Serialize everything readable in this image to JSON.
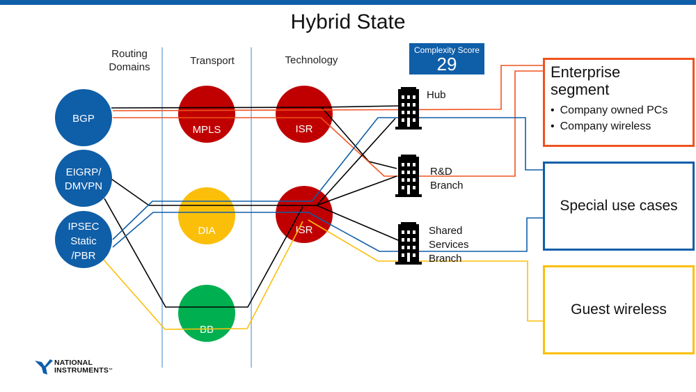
{
  "title": "Hybrid State",
  "column_headers": {
    "routing": [
      "Routing",
      "Domains"
    ],
    "transport": "Transport",
    "technology": "Technology"
  },
  "complexity_score": {
    "label": "Complexity Score",
    "value": "29"
  },
  "colors": {
    "brand_blue": "#0f5ea8",
    "enterprise_red": "#f0521e",
    "guest_yellow": "#fbbf0a",
    "isr_red": "#c00000",
    "bb_green": "#00b050",
    "divider_blue": "#9dc3e6"
  },
  "routing_domains": [
    {
      "id": "bgp",
      "lines": [
        "BGP"
      ]
    },
    {
      "id": "eigrp",
      "lines": [
        "EIGRP/",
        "DMVPN"
      ]
    },
    {
      "id": "ipsec",
      "lines": [
        "IPSEC",
        "Static",
        "/PBR"
      ]
    }
  ],
  "transports": [
    {
      "id": "mpls",
      "label": "MPLS",
      "color": "#c00000"
    },
    {
      "id": "dia",
      "label": "DIA",
      "color": "#fbbf0a"
    },
    {
      "id": "bb",
      "label": "BB",
      "color": "#00b050"
    }
  ],
  "technologies": [
    {
      "id": "isr1",
      "label": "ISR",
      "color": "#c00000"
    },
    {
      "id": "isr2",
      "label": "ISR",
      "color": "#c00000"
    }
  ],
  "sites": [
    {
      "id": "hub",
      "icon": "building-icon",
      "lines": [
        "Hub"
      ]
    },
    {
      "id": "rd",
      "icon": "building-icon",
      "lines": [
        "R&D",
        "Branch"
      ]
    },
    {
      "id": "shared",
      "icon": "building-icon",
      "lines": [
        "Shared",
        "Services",
        "Branch"
      ]
    }
  ],
  "segments": {
    "enterprise": {
      "title_lines": [
        "Enterprise",
        "segment"
      ],
      "items": [
        "Company owned PCs",
        "Company wireless"
      ],
      "color": "#f0521e"
    },
    "special": {
      "title": "Special use cases",
      "color": "#0f5ea8"
    },
    "guest": {
      "title": "Guest wireless",
      "color": "#fbbf0a"
    }
  },
  "logo": {
    "lines": [
      "NATIONAL",
      "INSTRUMENTS"
    ],
    "trademark": "™"
  }
}
